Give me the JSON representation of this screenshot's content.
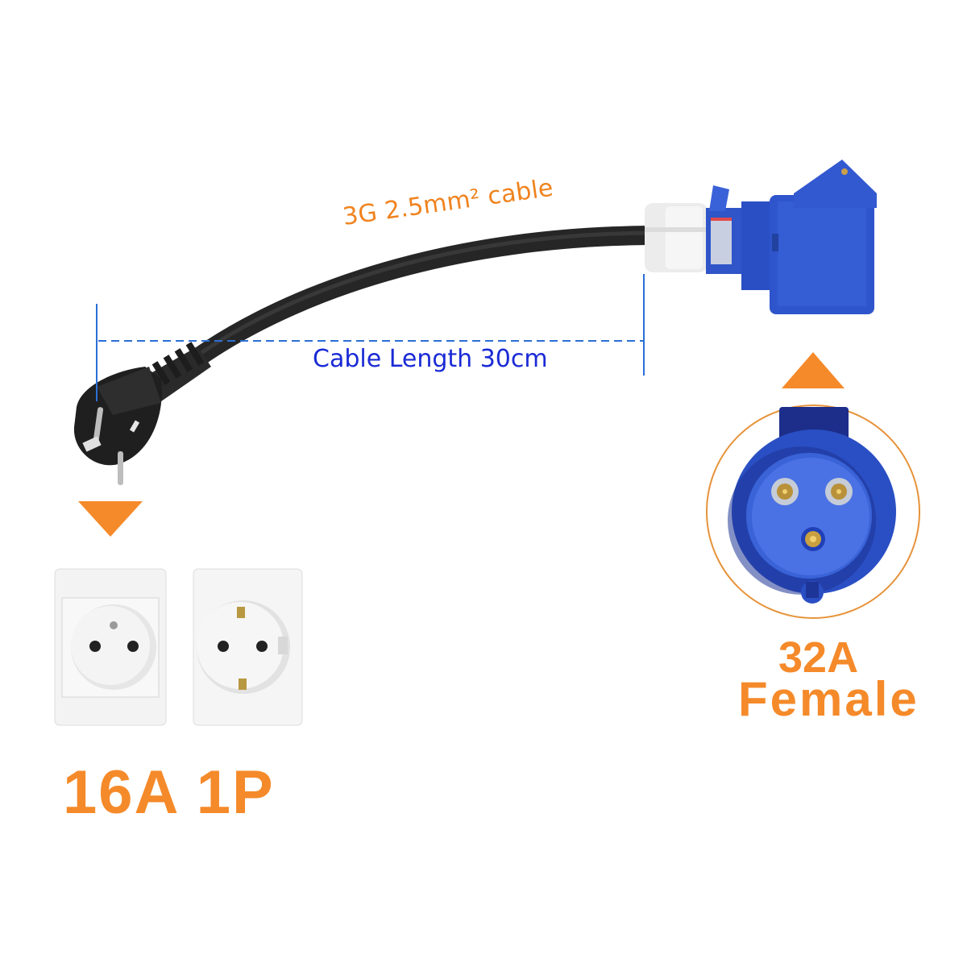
{
  "product": {
    "type": "adapter cable",
    "cable_spec_label": "3G 2.5mm² cable",
    "cable_length_label": "Cable Length 30cm"
  },
  "left_side": {
    "plug": "Schuko angled plug",
    "arrow_direction": "down",
    "sockets": [
      {
        "name": "French type E socket"
      },
      {
        "name": "Schuko type F socket"
      }
    ],
    "rating_label": "16A 1P"
  },
  "right_side": {
    "connector": "IEC 60309 blue CEE connector",
    "arrow_direction": "up",
    "face_pins": 3,
    "rating_line1": "32A",
    "rating_line2": "Female"
  },
  "colors": {
    "accent_orange": "#f58a2a",
    "label_orange": "#f0831e",
    "dimension_blue": "#2b6fd6",
    "text_blue": "#1a2ad6",
    "connector_blue": "#2a4fc4",
    "cable_black": "#2b2b2b"
  }
}
